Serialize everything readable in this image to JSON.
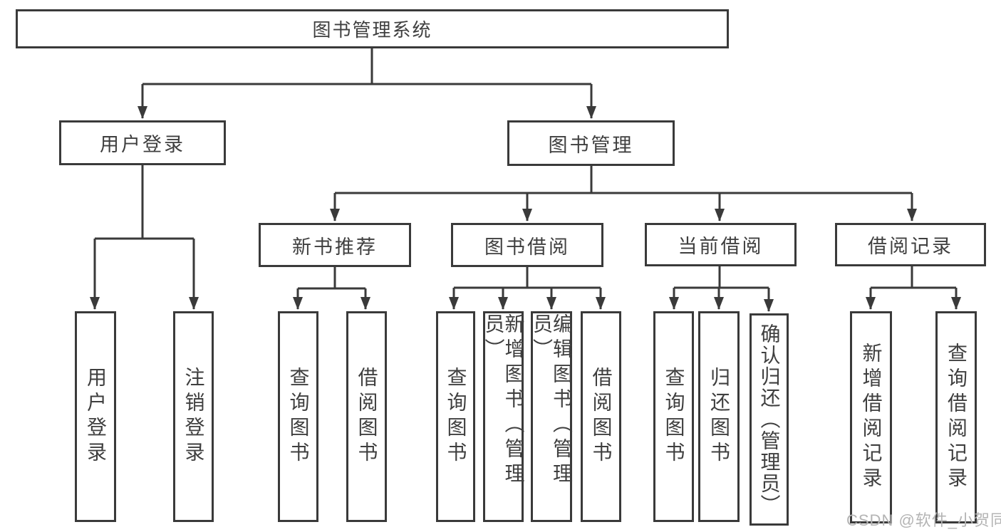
{
  "tree": {
    "root": {
      "label": "图书管理系统",
      "children": [
        {
          "label": "用户登录",
          "children": [
            {
              "label": "用户登录"
            },
            {
              "label": "注销登录"
            }
          ]
        },
        {
          "label": "图书管理",
          "children": [
            {
              "label": "新书推荐",
              "children": [
                {
                  "label": "查询图书"
                },
                {
                  "label": "借阅图书"
                }
              ]
            },
            {
              "label": "图书借阅",
              "children": [
                {
                  "label": "查询图书"
                },
                {
                  "label": "新增图书（管理员）"
                },
                {
                  "label": "编辑图书（管理员）"
                },
                {
                  "label": "借阅图书"
                }
              ]
            },
            {
              "label": "当前借阅",
              "children": [
                {
                  "label": "查询图书"
                },
                {
                  "label": "归还图书"
                },
                {
                  "label": "确认归还（管理员）"
                }
              ]
            },
            {
              "label": "借阅记录",
              "children": [
                {
                  "label": "新增借阅记录"
                },
                {
                  "label": "查询借阅记录"
                }
              ]
            }
          ]
        }
      ]
    }
  },
  "watermark": {
    "text": "CSDN @软件_小贺同学"
  },
  "colors": {
    "line": "#3a3a3a",
    "text": "#3f3f3f",
    "watermark": "#b4b4b4",
    "background": "#ffffff"
  }
}
